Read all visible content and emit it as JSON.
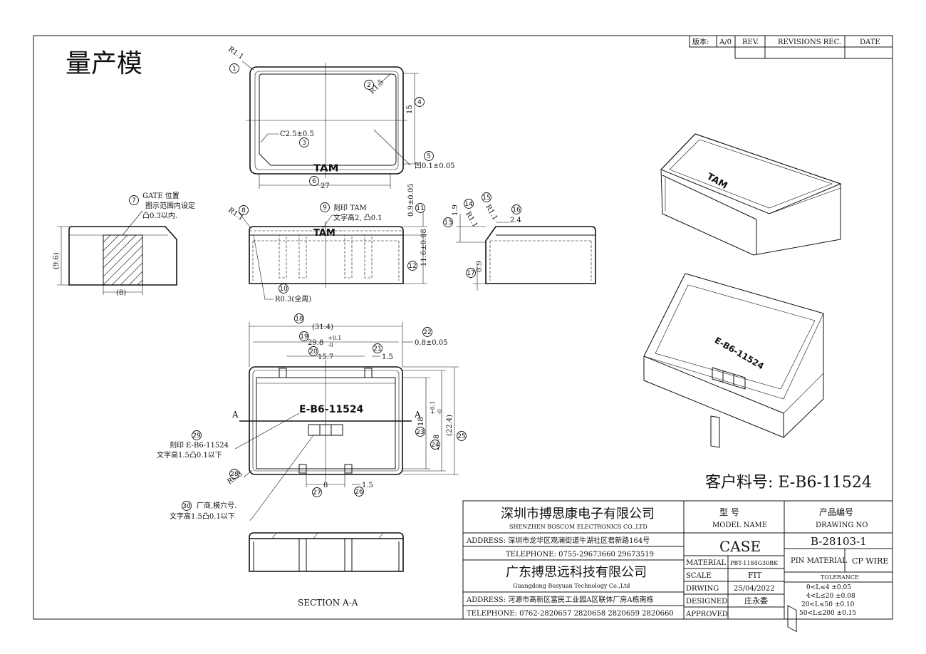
{
  "title": "量产模",
  "revision_block": {
    "version_label": "版本:",
    "version_value": "A/0",
    "rev_label": "REV.",
    "revisions_label": "REVISIONS REC.",
    "date_label": "DATE"
  },
  "customer_part": "客户料号: E-B6-11524",
  "top_view": {
    "emboss": "TAM",
    "r11": "R1.1",
    "r15": "R1.5",
    "c25": "C2.5±0.5",
    "dim15": "15",
    "dim27": "27",
    "recess": "凹0.1±0.05"
  },
  "gate_view": {
    "gate1": "GATE 位置",
    "gate2": "图示范围内设定",
    "gate3": "凸0.3以内.",
    "dim96": "(9.6)",
    "dim8": "(8)"
  },
  "front_view": {
    "r11": "R1.1",
    "engrave1": "刻印 TAM",
    "engrave2": "文字高2, 凸0.1",
    "dim09": "0.9±0.05",
    "dim116": "11.6±0.08",
    "r03": "R0.3(全周)"
  },
  "side_detail": {
    "dim19": "1.9",
    "r11a": "R1.1",
    "r11b": "R1.1",
    "dim24": "2.4",
    "dim09": "0.9"
  },
  "bottom_view": {
    "dim314": "(31.4)",
    "dim298_main": "29.8",
    "dim298_tol_up": "+0.1",
    "dim298_tol_dn": "-0",
    "dim08": "0.8±0.05",
    "dim157": "15.7",
    "dim15": "1.5",
    "part_no": "E-B6-11524",
    "sec_a": "A",
    "dim18": "18",
    "dim208_main": "20.8",
    "dim208_tol_up": "+0.1",
    "dim208_tol_dn": "-0",
    "dim224": "(22.4)",
    "engrave1": "刻印 E-B6-11524",
    "engrave2": "文字高1.5凸0.1以下",
    "r03": "R0.3",
    "dim8": "8",
    "dim15b": "1.5",
    "vendor1": "厂商,模穴号.",
    "vendor2": "文字高1.5凸0.1以下"
  },
  "section_label": "SECTION A-A",
  "iso": {
    "emboss_tam": "TAM",
    "part_no": "E-B6-11524"
  },
  "callouts": [
    "1",
    "2",
    "3",
    "4",
    "5",
    "6",
    "7",
    "8",
    "9",
    "10",
    "11",
    "12",
    "13",
    "14",
    "15",
    "16",
    "17",
    "18",
    "19",
    "20",
    "21",
    "22",
    "23",
    "24",
    "25",
    "26",
    "27",
    "28",
    "29",
    "30"
  ],
  "title_block": {
    "company1": "深圳市搏思康电子有限公司",
    "company1_en": "SHENZHEN BOSCOM ELECTRONICS CO.,LTD",
    "address1": "ADDRESS: 深圳市龙华区观澜街道牛湖社区君新路164号",
    "tel1": "TELEPHONE: 0755-29673660 29673519",
    "company2": "广东搏思远科技有限公司",
    "company2_en": "Guangdong Bosyuan Technology Co.,Ltd",
    "address2": "ADDRESS: 河源市高新区富民工业园A区联体厂房A栋南栋",
    "tel2": "TELEPHONE: 0762-2820657 2820658 2820659 2820660",
    "model_label_cn": "型   号",
    "model_label_en": "MODEL NAME",
    "model_value": "CASE",
    "drawing_label_cn": "产品编号",
    "drawing_label_en": "DRAWING NO",
    "drawing_value": "B-28103-1",
    "pin_material_label": "PIN MATERIAL",
    "pin_material_value": "CP WIRE",
    "material_label": "MATERIAL",
    "material_value": "PBT-1184G30BK",
    "scale_label": "SCALE",
    "scale_value": "FIT",
    "drawing_date_label": "DRWING",
    "drawing_date_value": "25/04/2022",
    "designed_label": "DESIGNED",
    "designed_value": "庄永委",
    "approved_label": "APPROVED",
    "approved_value": "",
    "tolerance_label": "TOLERANCE",
    "tolerances": [
      "0<L≤4   ±0.05",
      "4<L≤20  ±0.08",
      "20<L≤50  ±0.10",
      "50<L≤200 ±0.15"
    ]
  }
}
